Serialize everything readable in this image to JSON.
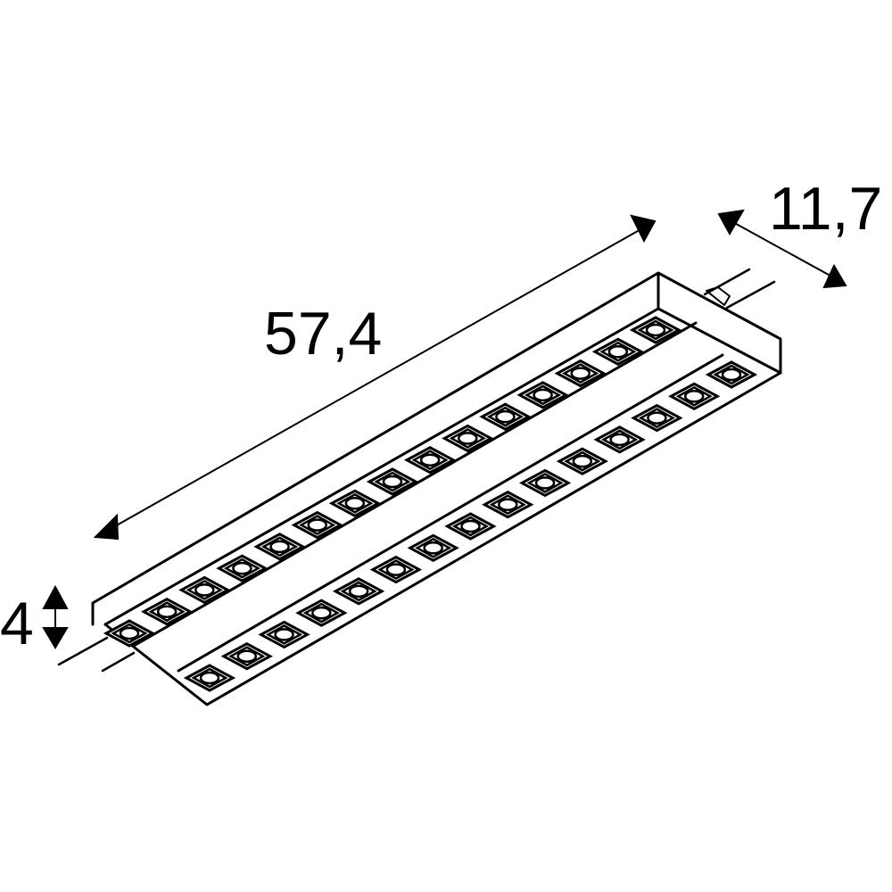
{
  "drawing": {
    "subject": "LED linear fixture, isometric dimension drawing",
    "led_rows": 2,
    "leds_per_row": 15,
    "line_color": "#000000",
    "background": "#ffffff"
  },
  "dimensions": {
    "length": "57,4",
    "width": "11,7",
    "height": "4"
  }
}
